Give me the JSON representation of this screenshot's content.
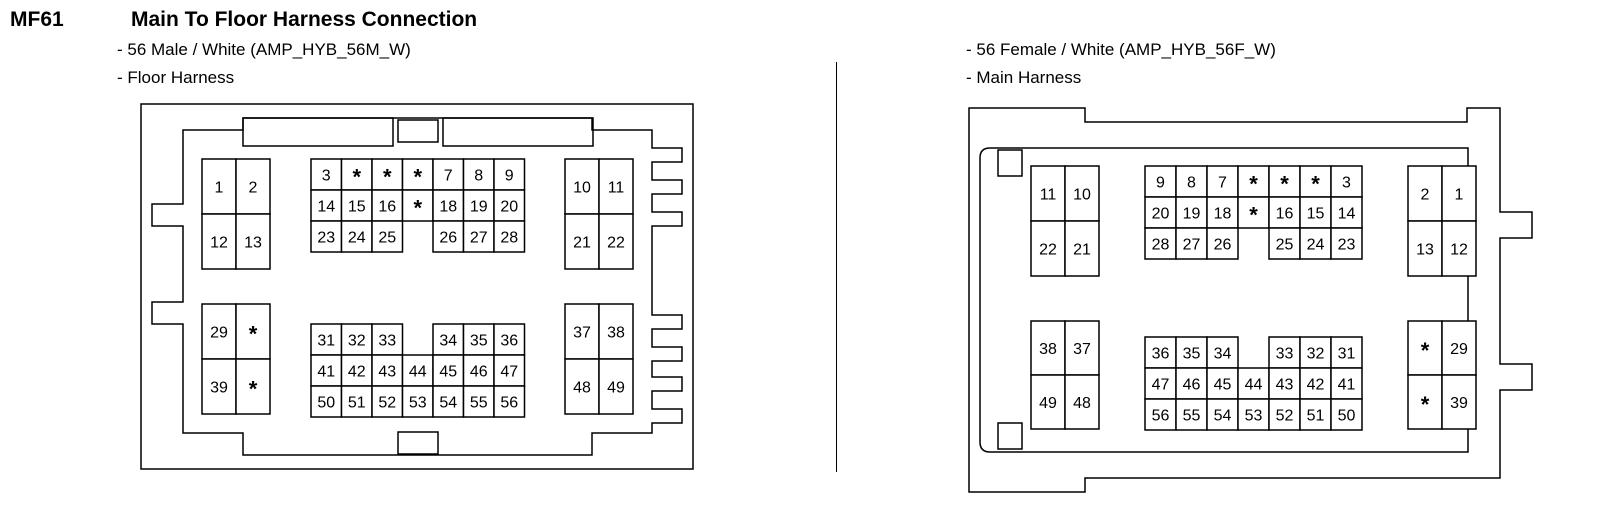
{
  "header": {
    "code": "MF61",
    "title": "Main To Floor Harness Connection"
  },
  "left": {
    "line1": "- 56 Male / White (AMP_HYB_56M_W)",
    "line2": "- Floor Harness",
    "blocks": [
      {
        "rows": [
          [
            "1",
            "2"
          ],
          [
            "12",
            "13"
          ]
        ]
      },
      {
        "rows": [
          [
            "3",
            "*",
            "*",
            "*",
            "7",
            "8",
            "9"
          ],
          [
            "14",
            "15",
            "16",
            "*",
            "18",
            "19",
            "20"
          ],
          [
            "23",
            "24",
            "25",
            "",
            "26",
            "27",
            "28"
          ]
        ]
      },
      {
        "rows": [
          [
            "10",
            "11"
          ],
          [
            "21",
            "22"
          ]
        ]
      },
      {
        "rows": [
          [
            "29",
            "*"
          ],
          [
            "39",
            "*"
          ]
        ]
      },
      {
        "rows": [
          [
            "31",
            "32",
            "33",
            "",
            "34",
            "35",
            "36"
          ],
          [
            "41",
            "42",
            "43",
            "44",
            "45",
            "46",
            "47"
          ],
          [
            "50",
            "51",
            "52",
            "53",
            "54",
            "55",
            "56"
          ]
        ]
      },
      {
        "rows": [
          [
            "37",
            "38"
          ],
          [
            "48",
            "49"
          ]
        ]
      }
    ]
  },
  "right": {
    "line1": "- 56 Female / White (AMP_HYB_56F_W)",
    "line2": "- Main Harness",
    "blocks": [
      {
        "rows": [
          [
            "11",
            "10"
          ],
          [
            "22",
            "21"
          ]
        ]
      },
      {
        "rows": [
          [
            "9",
            "8",
            "7",
            "*",
            "*",
            "*",
            "3"
          ],
          [
            "20",
            "19",
            "18",
            "*",
            "16",
            "15",
            "14"
          ],
          [
            "28",
            "27",
            "26",
            "",
            "25",
            "24",
            "23"
          ]
        ]
      },
      {
        "rows": [
          [
            "2",
            "1"
          ],
          [
            "13",
            "12"
          ]
        ]
      },
      {
        "rows": [
          [
            "38",
            "37"
          ],
          [
            "49",
            "48"
          ]
        ]
      },
      {
        "rows": [
          [
            "36",
            "35",
            "34",
            "",
            "33",
            "32",
            "31"
          ],
          [
            "47",
            "46",
            "45",
            "44",
            "43",
            "42",
            "41"
          ],
          [
            "56",
            "55",
            "54",
            "53",
            "52",
            "51",
            "50"
          ]
        ]
      },
      {
        "rows": [
          [
            "*",
            "29"
          ],
          [
            "*",
            "39"
          ]
        ]
      }
    ]
  }
}
